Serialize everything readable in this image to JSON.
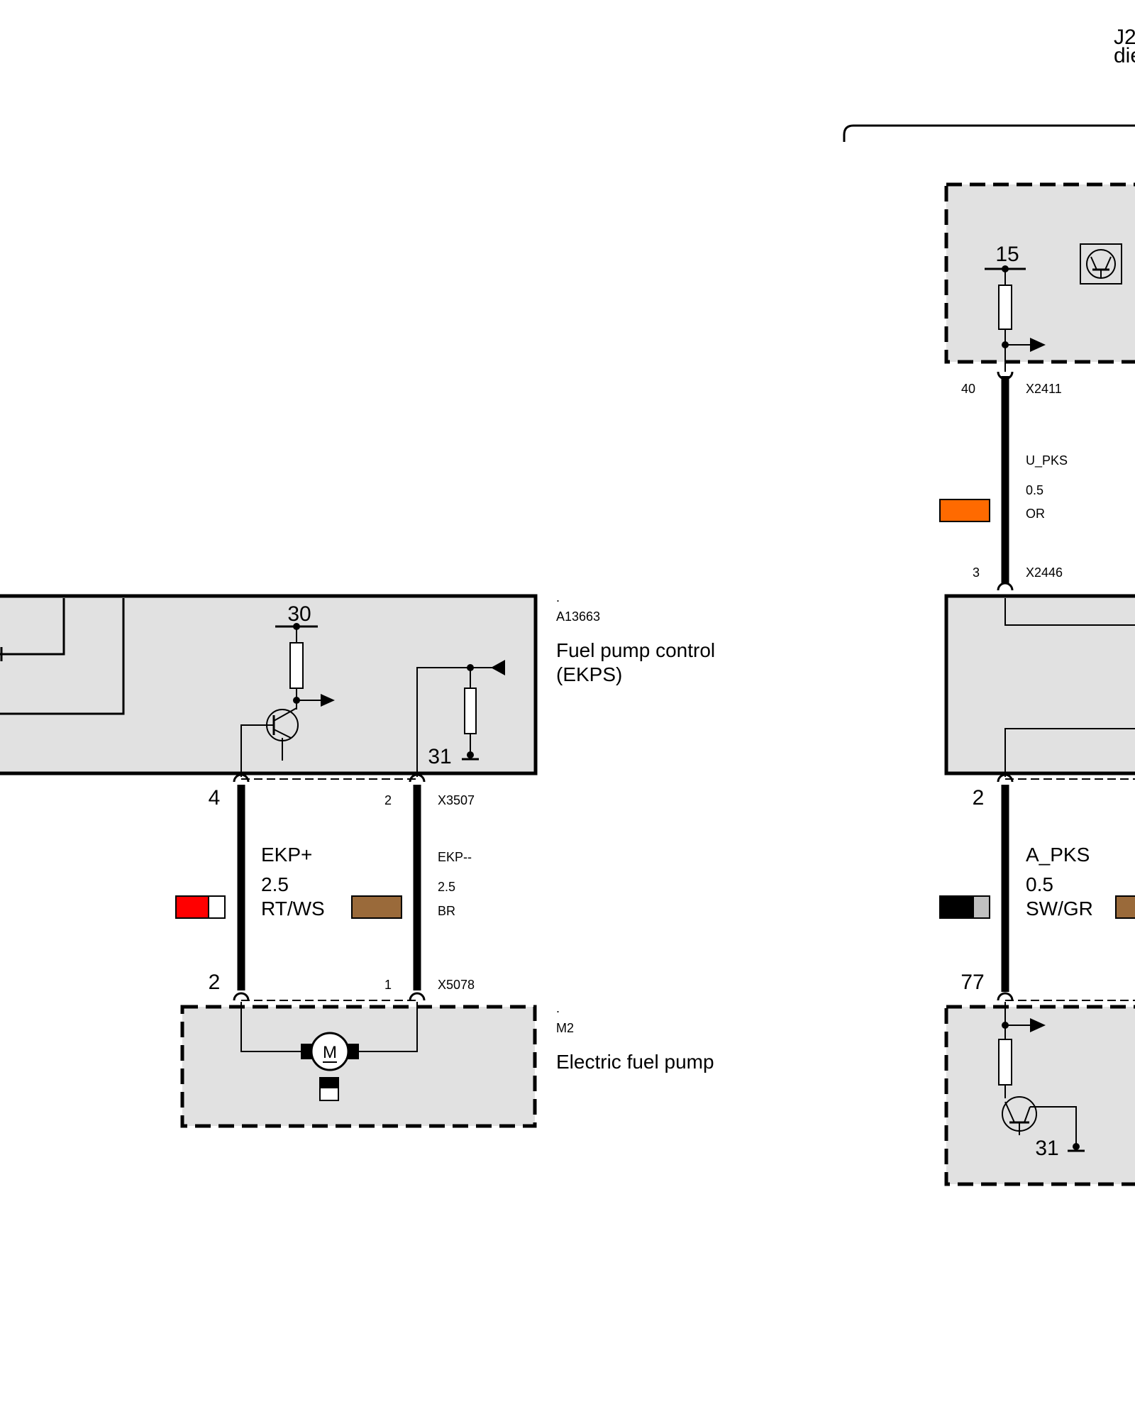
{
  "corner_label": {
    "line1": "J2",
    "line2": "die"
  },
  "fuel_pump_control": {
    "dot": ".",
    "code": "A13663",
    "name_line1": "Fuel pump control",
    "name_line2": "(EKPS)",
    "terminal_30": "30",
    "terminal_31": "31"
  },
  "left_connector_top": {
    "pin_left": "4",
    "pin_right": "2",
    "id": "X3507"
  },
  "left_wire_1": {
    "signal": "EKP+",
    "size": "2.5",
    "color": "RT/WS",
    "swatch": [
      "#ff0000",
      "#ffffff"
    ]
  },
  "left_wire_2": {
    "signal": "EKP--",
    "size": "2.5",
    "color": "BR",
    "swatch": [
      "#9a6a3a",
      "#9a6a3a"
    ]
  },
  "left_connector_bottom": {
    "pin_left": "2",
    "pin_right": "1",
    "id": "X5078"
  },
  "fuel_pump": {
    "dot": ".",
    "code": "M2",
    "name": "Electric fuel pump",
    "motor_symbol": "M"
  },
  "right_top_module": {
    "terminal_15": "15"
  },
  "right_connector_top": {
    "pin": "40",
    "id": "X2411"
  },
  "right_wire_1": {
    "signal": "U_PKS",
    "size": "0.5",
    "color": "OR",
    "swatch": [
      "#ff6a00",
      "#ff6a00"
    ]
  },
  "right_connector_mid": {
    "pin": "3",
    "id": "X2446"
  },
  "right_connector_low": {
    "pin": "2"
  },
  "right_wire_2": {
    "signal": "A_PKS",
    "size": "0.5",
    "color": "SW/GR",
    "swatch": [
      "#000000",
      "#c0c0c0"
    ]
  },
  "right_connector_bottom": {
    "pin": "77"
  },
  "right_bottom_module": {
    "terminal_31": "31"
  },
  "colors": {
    "box_fill": "#e1e1e1",
    "wire": "#000000"
  }
}
